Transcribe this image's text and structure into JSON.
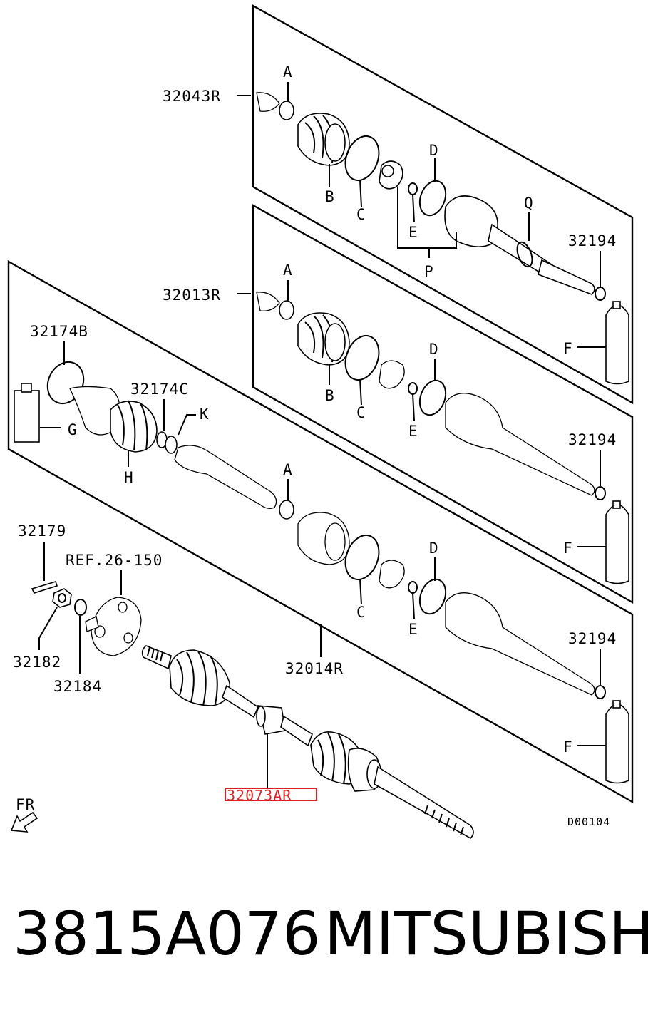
{
  "diagram": {
    "labels": {
      "p32043R": "32043R",
      "p32013R": "32013R",
      "p32014R": "32014R",
      "p32174B": "32174B",
      "p32174C": "32174C",
      "p32179": "32179",
      "ref": "REF.26-150",
      "p32182": "32182",
      "p32184": "32184",
      "p32073AR": "32073AR",
      "p32194_1": "32194",
      "p32194_2": "32194",
      "p32194_3": "32194",
      "A1": "A",
      "A2": "A",
      "A3": "A",
      "B1": "B",
      "B2": "B",
      "C1": "C",
      "C2": "C",
      "C3": "C",
      "D1": "D",
      "D2": "D",
      "D3": "D",
      "E1": "E",
      "E2": "E",
      "E3": "E",
      "F1": "F",
      "F2": "F",
      "F3": "F",
      "G": "G",
      "H": "H",
      "K": "K",
      "P": "P",
      "Q": "Q",
      "FR": "FR",
      "code": "D00104"
    },
    "highlight_color": "#e02020"
  },
  "caption": {
    "part_number": "3815A076",
    "brand": "MITSUBISHI"
  }
}
